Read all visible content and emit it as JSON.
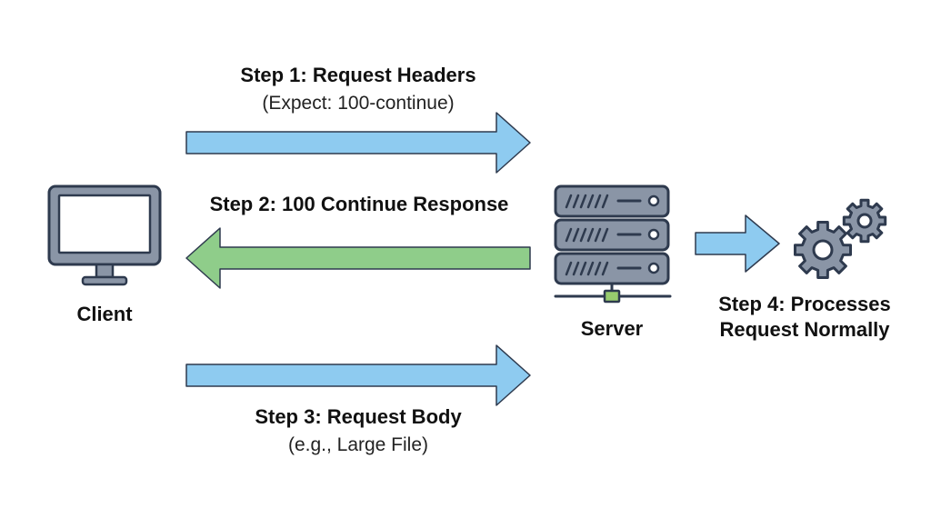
{
  "colors": {
    "request_arrow": "#8ecbf0",
    "response_arrow": "#8fcd8a",
    "outline": "#2e3a4e",
    "device_fill": "#8a95a6",
    "screen_fill": "#ffffff",
    "connector": "#98cc6e"
  },
  "client": {
    "label": "Client",
    "icon": "monitor-icon"
  },
  "server": {
    "label": "Server",
    "icon": "server-rack-icon"
  },
  "processing": {
    "icon": "gears-icon"
  },
  "steps": [
    {
      "title": "Step 1: Request Headers",
      "detail": "(Expect: 100-continue)",
      "direction": "client-to-server"
    },
    {
      "title": "Step 2: 100 Continue Response",
      "detail": "",
      "direction": "server-to-client"
    },
    {
      "title": "Step 3: Request Body",
      "detail": "(e.g., Large File)",
      "direction": "client-to-server"
    },
    {
      "title_lines": [
        "Step 4: Processes",
        "Request Normally"
      ],
      "direction": "server-to-processing"
    }
  ]
}
